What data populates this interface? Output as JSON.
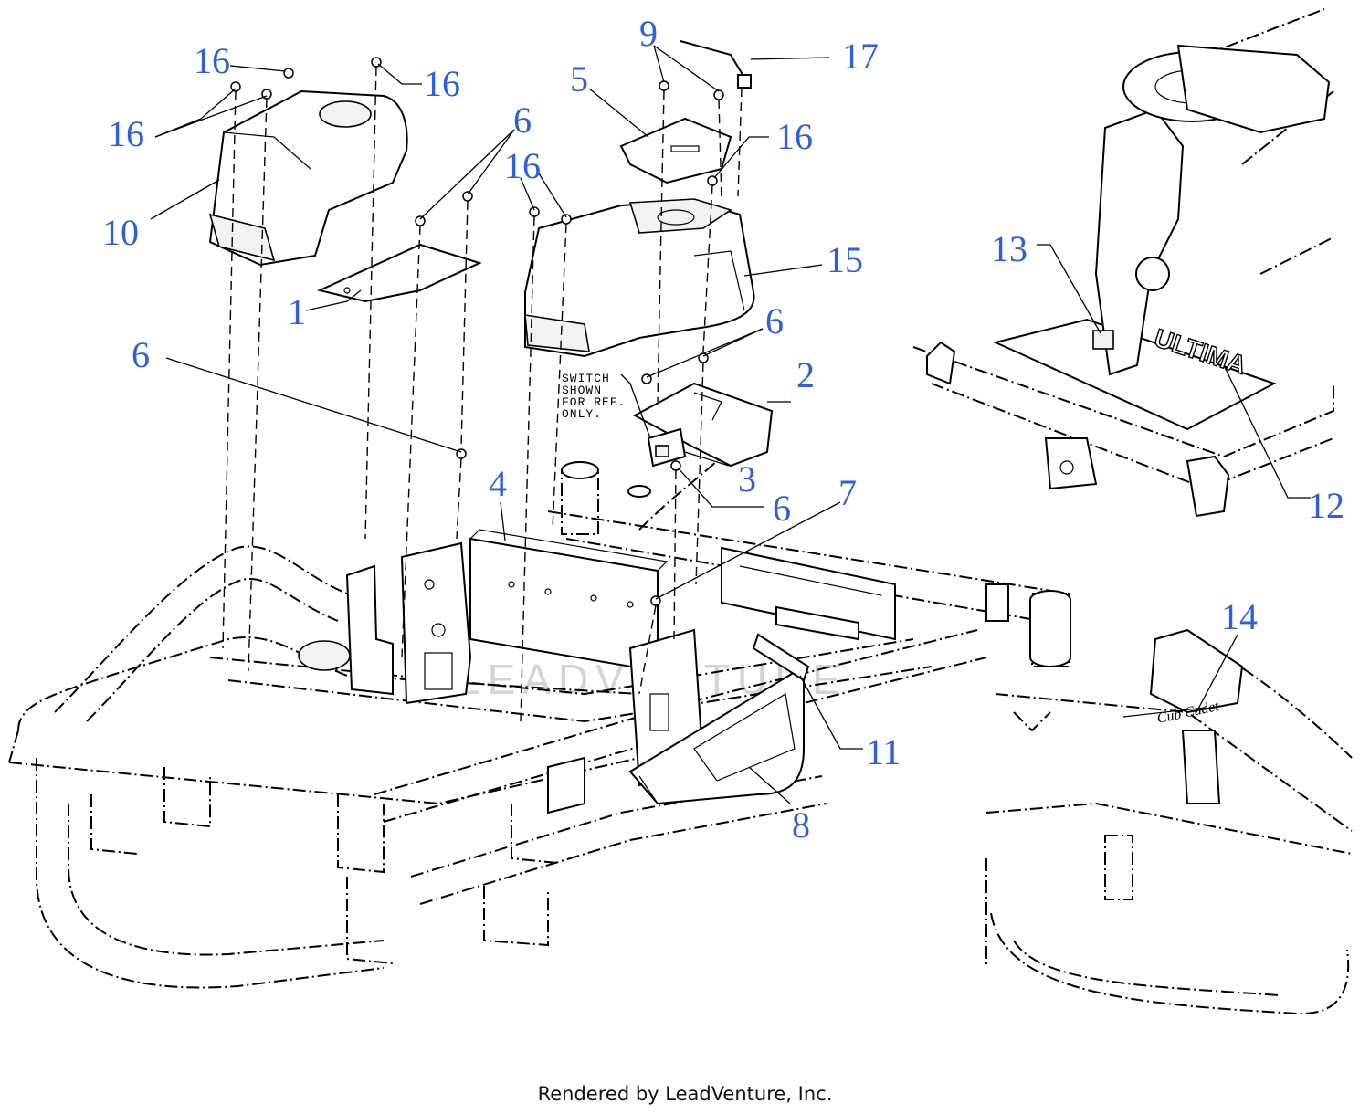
{
  "diagram": {
    "callouts": [
      {
        "id": "c1",
        "text": "1"
      },
      {
        "id": "c2",
        "text": "2"
      },
      {
        "id": "c3",
        "text": "3"
      },
      {
        "id": "c4",
        "text": "4"
      },
      {
        "id": "c5",
        "text": "5"
      },
      {
        "id": "c6a",
        "text": "6"
      },
      {
        "id": "c6b",
        "text": "6"
      },
      {
        "id": "c6c",
        "text": "6"
      },
      {
        "id": "c6d",
        "text": "6"
      },
      {
        "id": "c7",
        "text": "7"
      },
      {
        "id": "c8",
        "text": "8"
      },
      {
        "id": "c9",
        "text": "9"
      },
      {
        "id": "c10",
        "text": "10"
      },
      {
        "id": "c11",
        "text": "11"
      },
      {
        "id": "c12",
        "text": "12"
      },
      {
        "id": "c13",
        "text": "13"
      },
      {
        "id": "c14",
        "text": "14"
      },
      {
        "id": "c15",
        "text": "15"
      },
      {
        "id": "c16a",
        "text": "16"
      },
      {
        "id": "c16b",
        "text": "16"
      },
      {
        "id": "c16c",
        "text": "16"
      },
      {
        "id": "c16d",
        "text": "16"
      },
      {
        "id": "c16e",
        "text": "16"
      },
      {
        "id": "c17",
        "text": "17"
      }
    ],
    "switch_note": [
      "SWITCH",
      "SHOWN",
      "FOR REF.",
      "ONLY."
    ],
    "inset_badge": "ULTIMA",
    "inset_brand": "Cub Cadet",
    "watermark": "LEADVENTURE",
    "label_color": "#2f5fd6"
  },
  "footer": {
    "credit": "Rendered by LeadVenture, Inc."
  }
}
